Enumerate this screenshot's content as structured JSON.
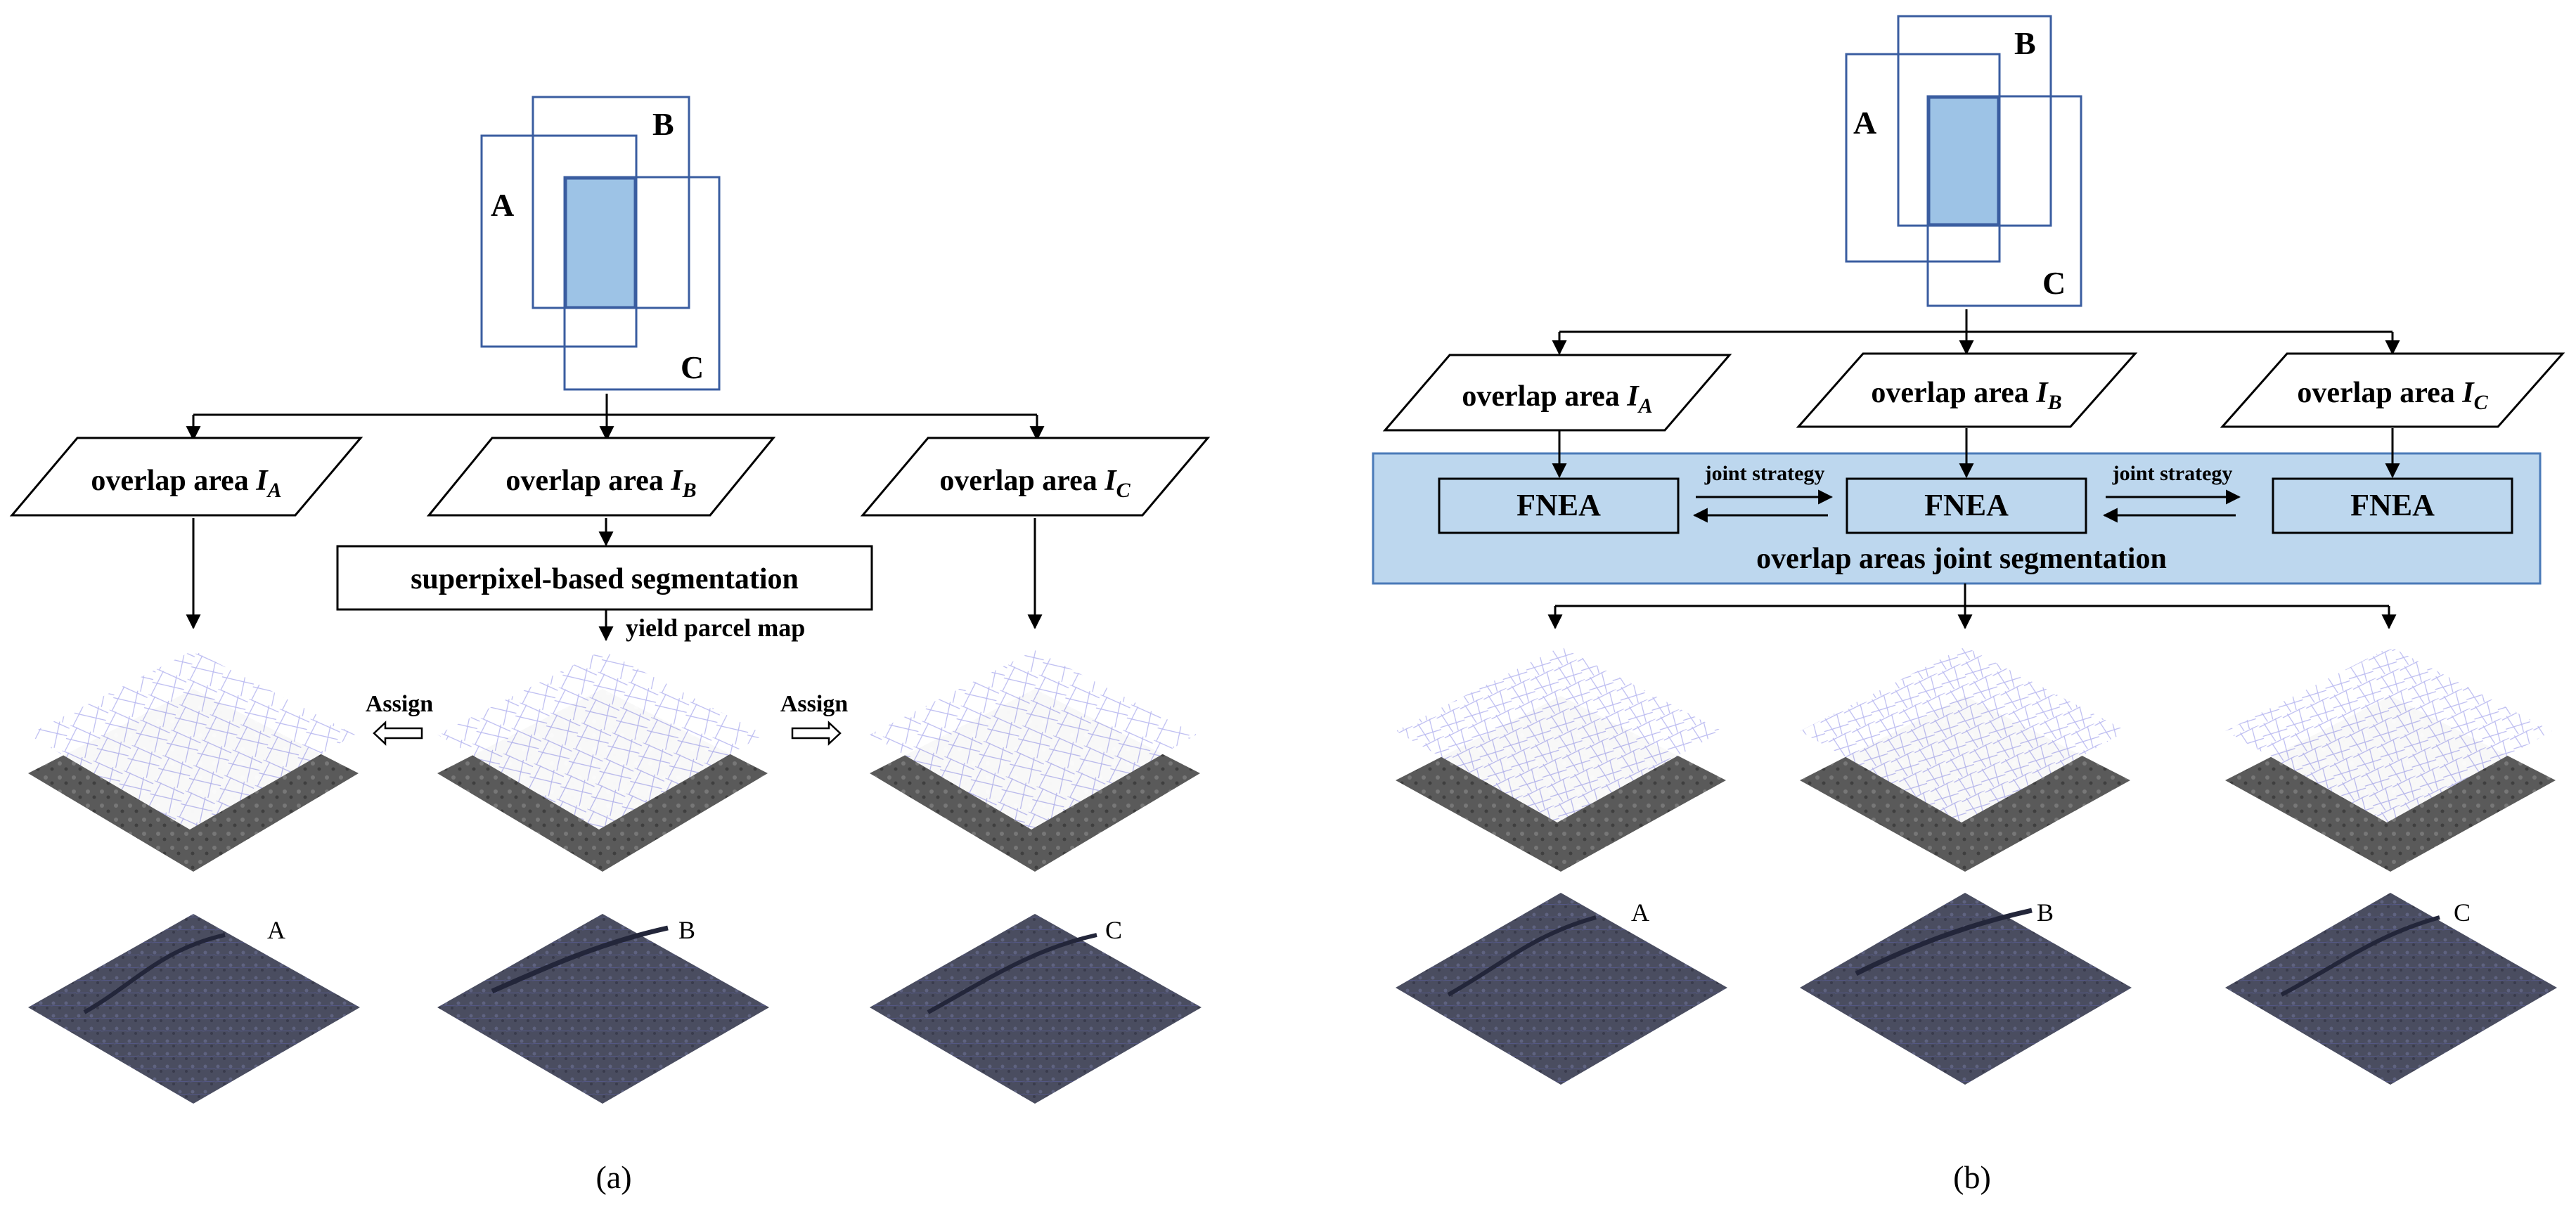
{
  "diagram_a": {
    "overlap_labels": {
      "a": "A",
      "b": "B",
      "c": "C"
    },
    "parallelograms": [
      {
        "text": "overlap area ",
        "var": "I",
        "sub": "A"
      },
      {
        "text": "overlap area ",
        "var": "I",
        "sub": "B"
      },
      {
        "text": "overlap area ",
        "var": "I",
        "sub": "C"
      }
    ],
    "process_box": "superpixel-based segmentation",
    "yield_label": "yield parcel map",
    "assign_left": "Assign",
    "assign_right": "Assign",
    "result_labels": [
      "A",
      "B",
      "C"
    ],
    "caption": "(a)"
  },
  "diagram_b": {
    "overlap_labels": {
      "a": "A",
      "b": "B",
      "c": "C"
    },
    "parallelograms": [
      {
        "text": "overlap area ",
        "var": "I",
        "sub": "A"
      },
      {
        "text": "overlap area ",
        "var": "I",
        "sub": "B"
      },
      {
        "text": "overlap area ",
        "var": "I",
        "sub": "C"
      }
    ],
    "fnea_boxes": [
      "FNEA",
      "FNEA",
      "FNEA"
    ],
    "joint_strategy_left": "joint strategy",
    "joint_strategy_right": "joint strategy",
    "panel_label": "overlap areas joint segmentation",
    "result_labels": [
      "A",
      "B",
      "C"
    ],
    "caption": "(b)"
  },
  "colors": {
    "rect_stroke": "#3a5da0",
    "overlap_fill": "#9dc3e6",
    "panel_fill": "#bdd7ee",
    "panel_stroke": "#4a7ab8",
    "mesh_line": "#b8b8f0",
    "image_dark": "#4a4d60",
    "image_grey": "#5a5a5a"
  }
}
